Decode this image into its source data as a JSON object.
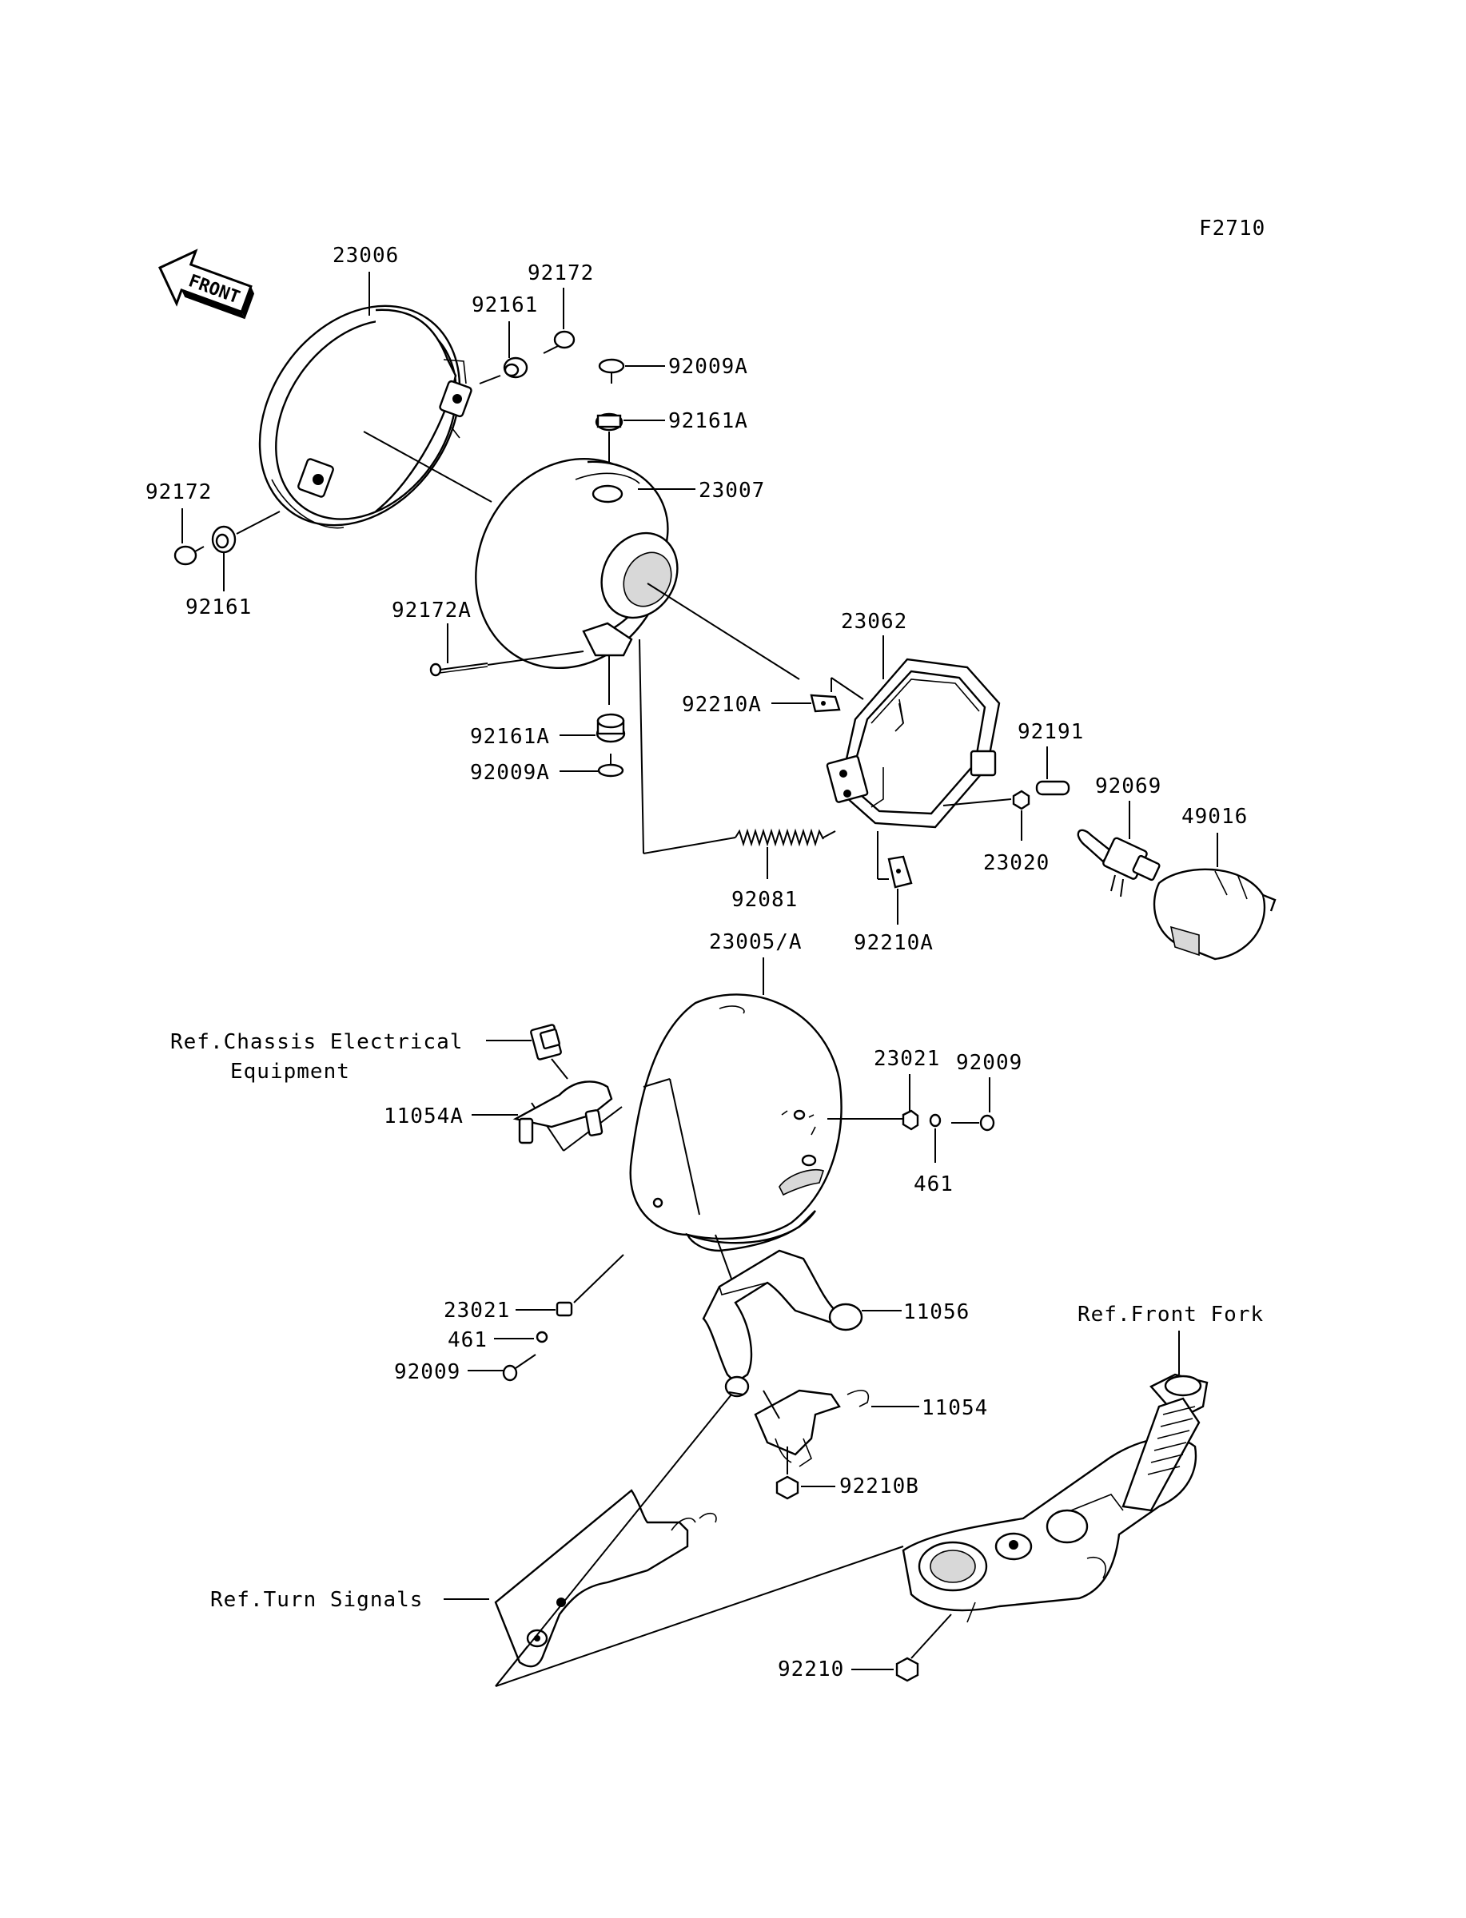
{
  "figure_code": "F2710",
  "front_arrow": "FRONT",
  "callouts": {
    "c23006": "23006",
    "c92172_top": "92172",
    "c92161_top": "92161",
    "c92009A_top": "92009A",
    "c92161A_top": "92161A",
    "c23007": "23007",
    "c92172_left": "92172",
    "c92161_left": "92161",
    "c92172A": "92172A",
    "c23062": "23062",
    "c92210A_top": "92210A",
    "c92191": "92191",
    "c92161A_bot": "92161A",
    "c92069": "92069",
    "c49016": "49016",
    "c92009A_bot": "92009A",
    "c23020": "23020",
    "c92081": "92081",
    "c92210A_bot": "92210A",
    "c23005A": "23005/A",
    "c23021_r": "23021",
    "c92009_r": "92009",
    "c461_r": "461",
    "c11054A": "11054A",
    "c23021_l": "23021",
    "c461_l": "461",
    "c92009_l": "92009",
    "c11056": "11056",
    "c11054": "11054",
    "c92210B": "92210B",
    "c92210": "92210"
  },
  "refs": {
    "chassis_line1": "Ref.Chassis Electrical",
    "chassis_line2": "Equipment",
    "front_fork": "Ref.Front Fork",
    "turn_signals": "Ref.Turn Signals"
  }
}
